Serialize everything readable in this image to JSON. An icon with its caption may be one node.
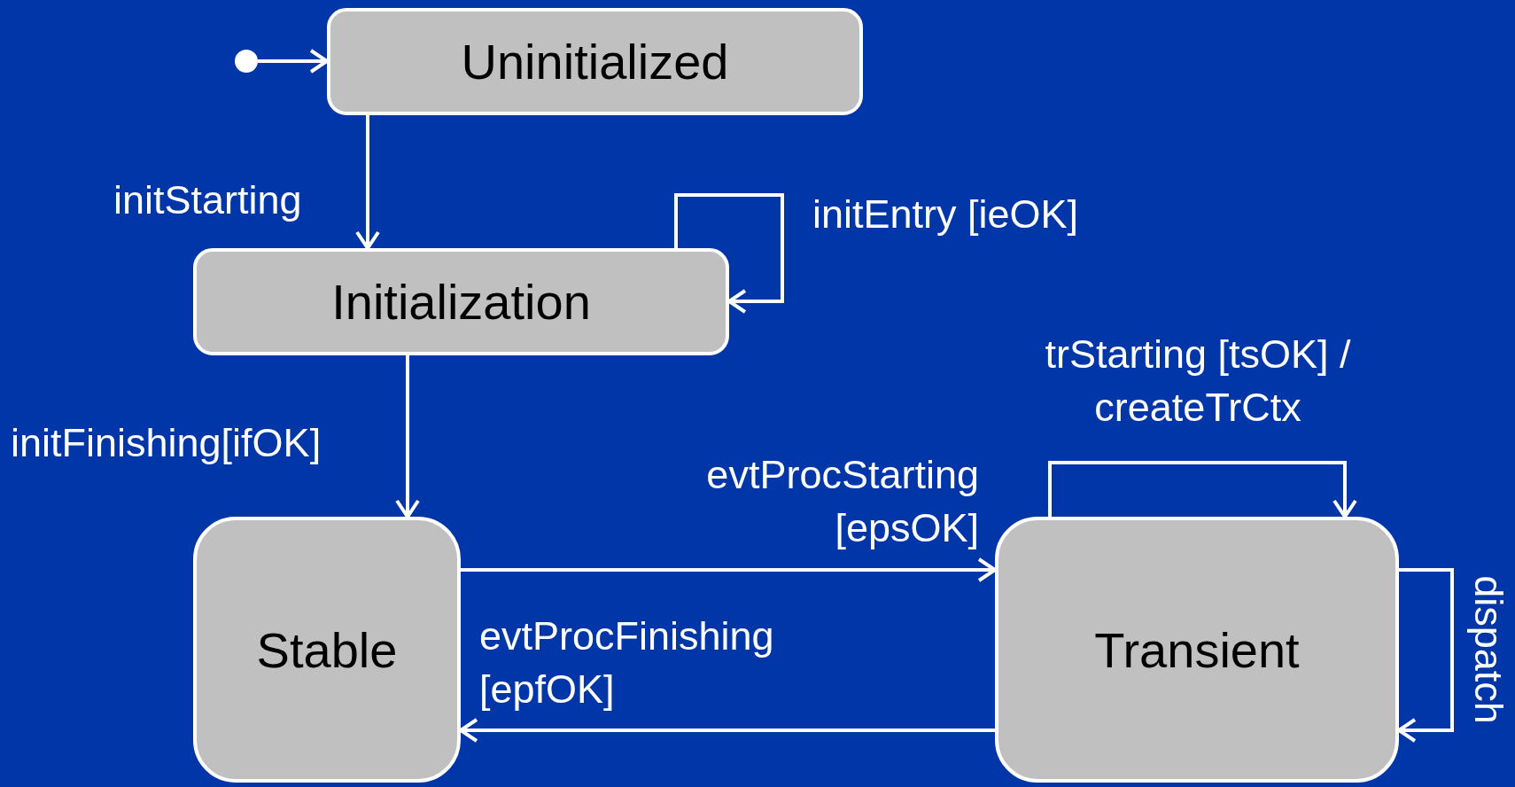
{
  "diagram": {
    "nodes": [
      {
        "text": [],
        "shape": "circle"
      },
      {
        "text": [
          "Uninitialized"
        ]
      },
      {
        "text": [
          "Initialization"
        ]
      },
      {
        "text": [
          "Stable"
        ]
      },
      {
        "text": [
          "Transient"
        ]
      }
    ],
    "edges": [
      {
        "from": 0,
        "to": 1,
        "arrow": "to"
      },
      {
        "from": 1,
        "to": 2,
        "arrow": "to",
        "label": "initStarting"
      },
      {
        "from": 2,
        "to": 2,
        "arrow": "to",
        "label": "initEntry [ieOK]"
      },
      {
        "from": 2,
        "to": 3,
        "arrow": "to",
        "label": "initFinishing[ifOK]"
      },
      {
        "from": 3,
        "to": 4,
        "arrow": "to",
        "label": "evtProcStarting [epsOK]"
      },
      {
        "from": 4,
        "to": 3,
        "arrow": "to",
        "label": "evtProcFinishing [epfOK]"
      },
      {
        "from": 4,
        "to": 4,
        "arrow": "to",
        "label": "trStarting [tsOK] / createTrCtx"
      },
      {
        "from": 4,
        "to": 4,
        "arrow": "to",
        "label": "dispatch"
      }
    ]
  }
}
